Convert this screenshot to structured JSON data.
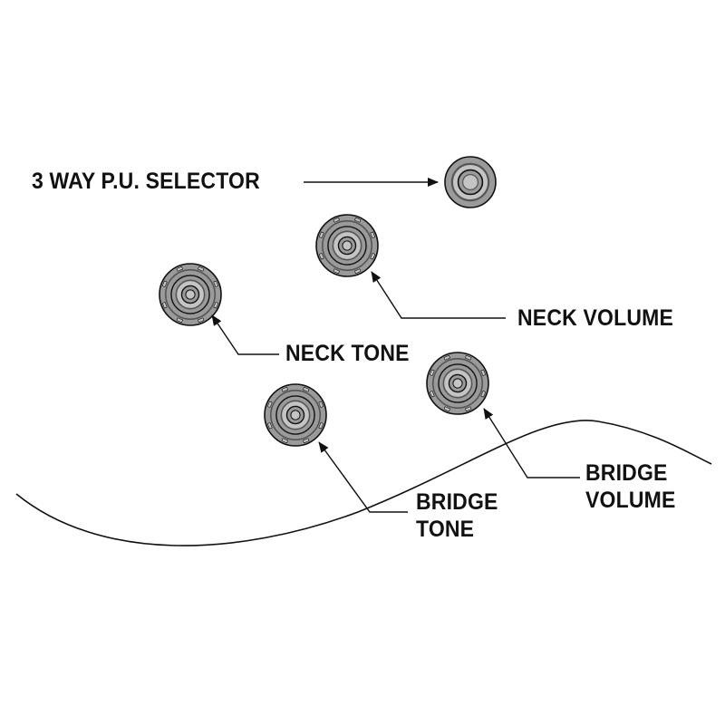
{
  "diagram": {
    "colors": {
      "ink": "#111111",
      "knob_fill": "#9a9a9a",
      "knob_dark": "#555555",
      "knob_light": "#c4c4c4",
      "background": "#ffffff"
    },
    "labels": {
      "selector": "3 WAY P.U. SELECTOR",
      "neck_volume": "NECK VOLUME",
      "neck_tone": "NECK TONE",
      "bridge_volume_line1": "BRIDGE",
      "bridge_volume_line2": "VOLUME",
      "bridge_tone_line1": "BRIDGE",
      "bridge_tone_line2": "TONE"
    },
    "controls": [
      {
        "id": "selector",
        "kind": "switch",
        "icon": "selector-switch-icon"
      },
      {
        "id": "neck_volume",
        "kind": "knob",
        "icon": "knob-icon"
      },
      {
        "id": "neck_tone",
        "kind": "knob",
        "icon": "knob-icon"
      },
      {
        "id": "bridge_volume",
        "kind": "knob",
        "icon": "knob-icon"
      },
      {
        "id": "bridge_tone",
        "kind": "knob",
        "icon": "knob-icon"
      }
    ]
  }
}
